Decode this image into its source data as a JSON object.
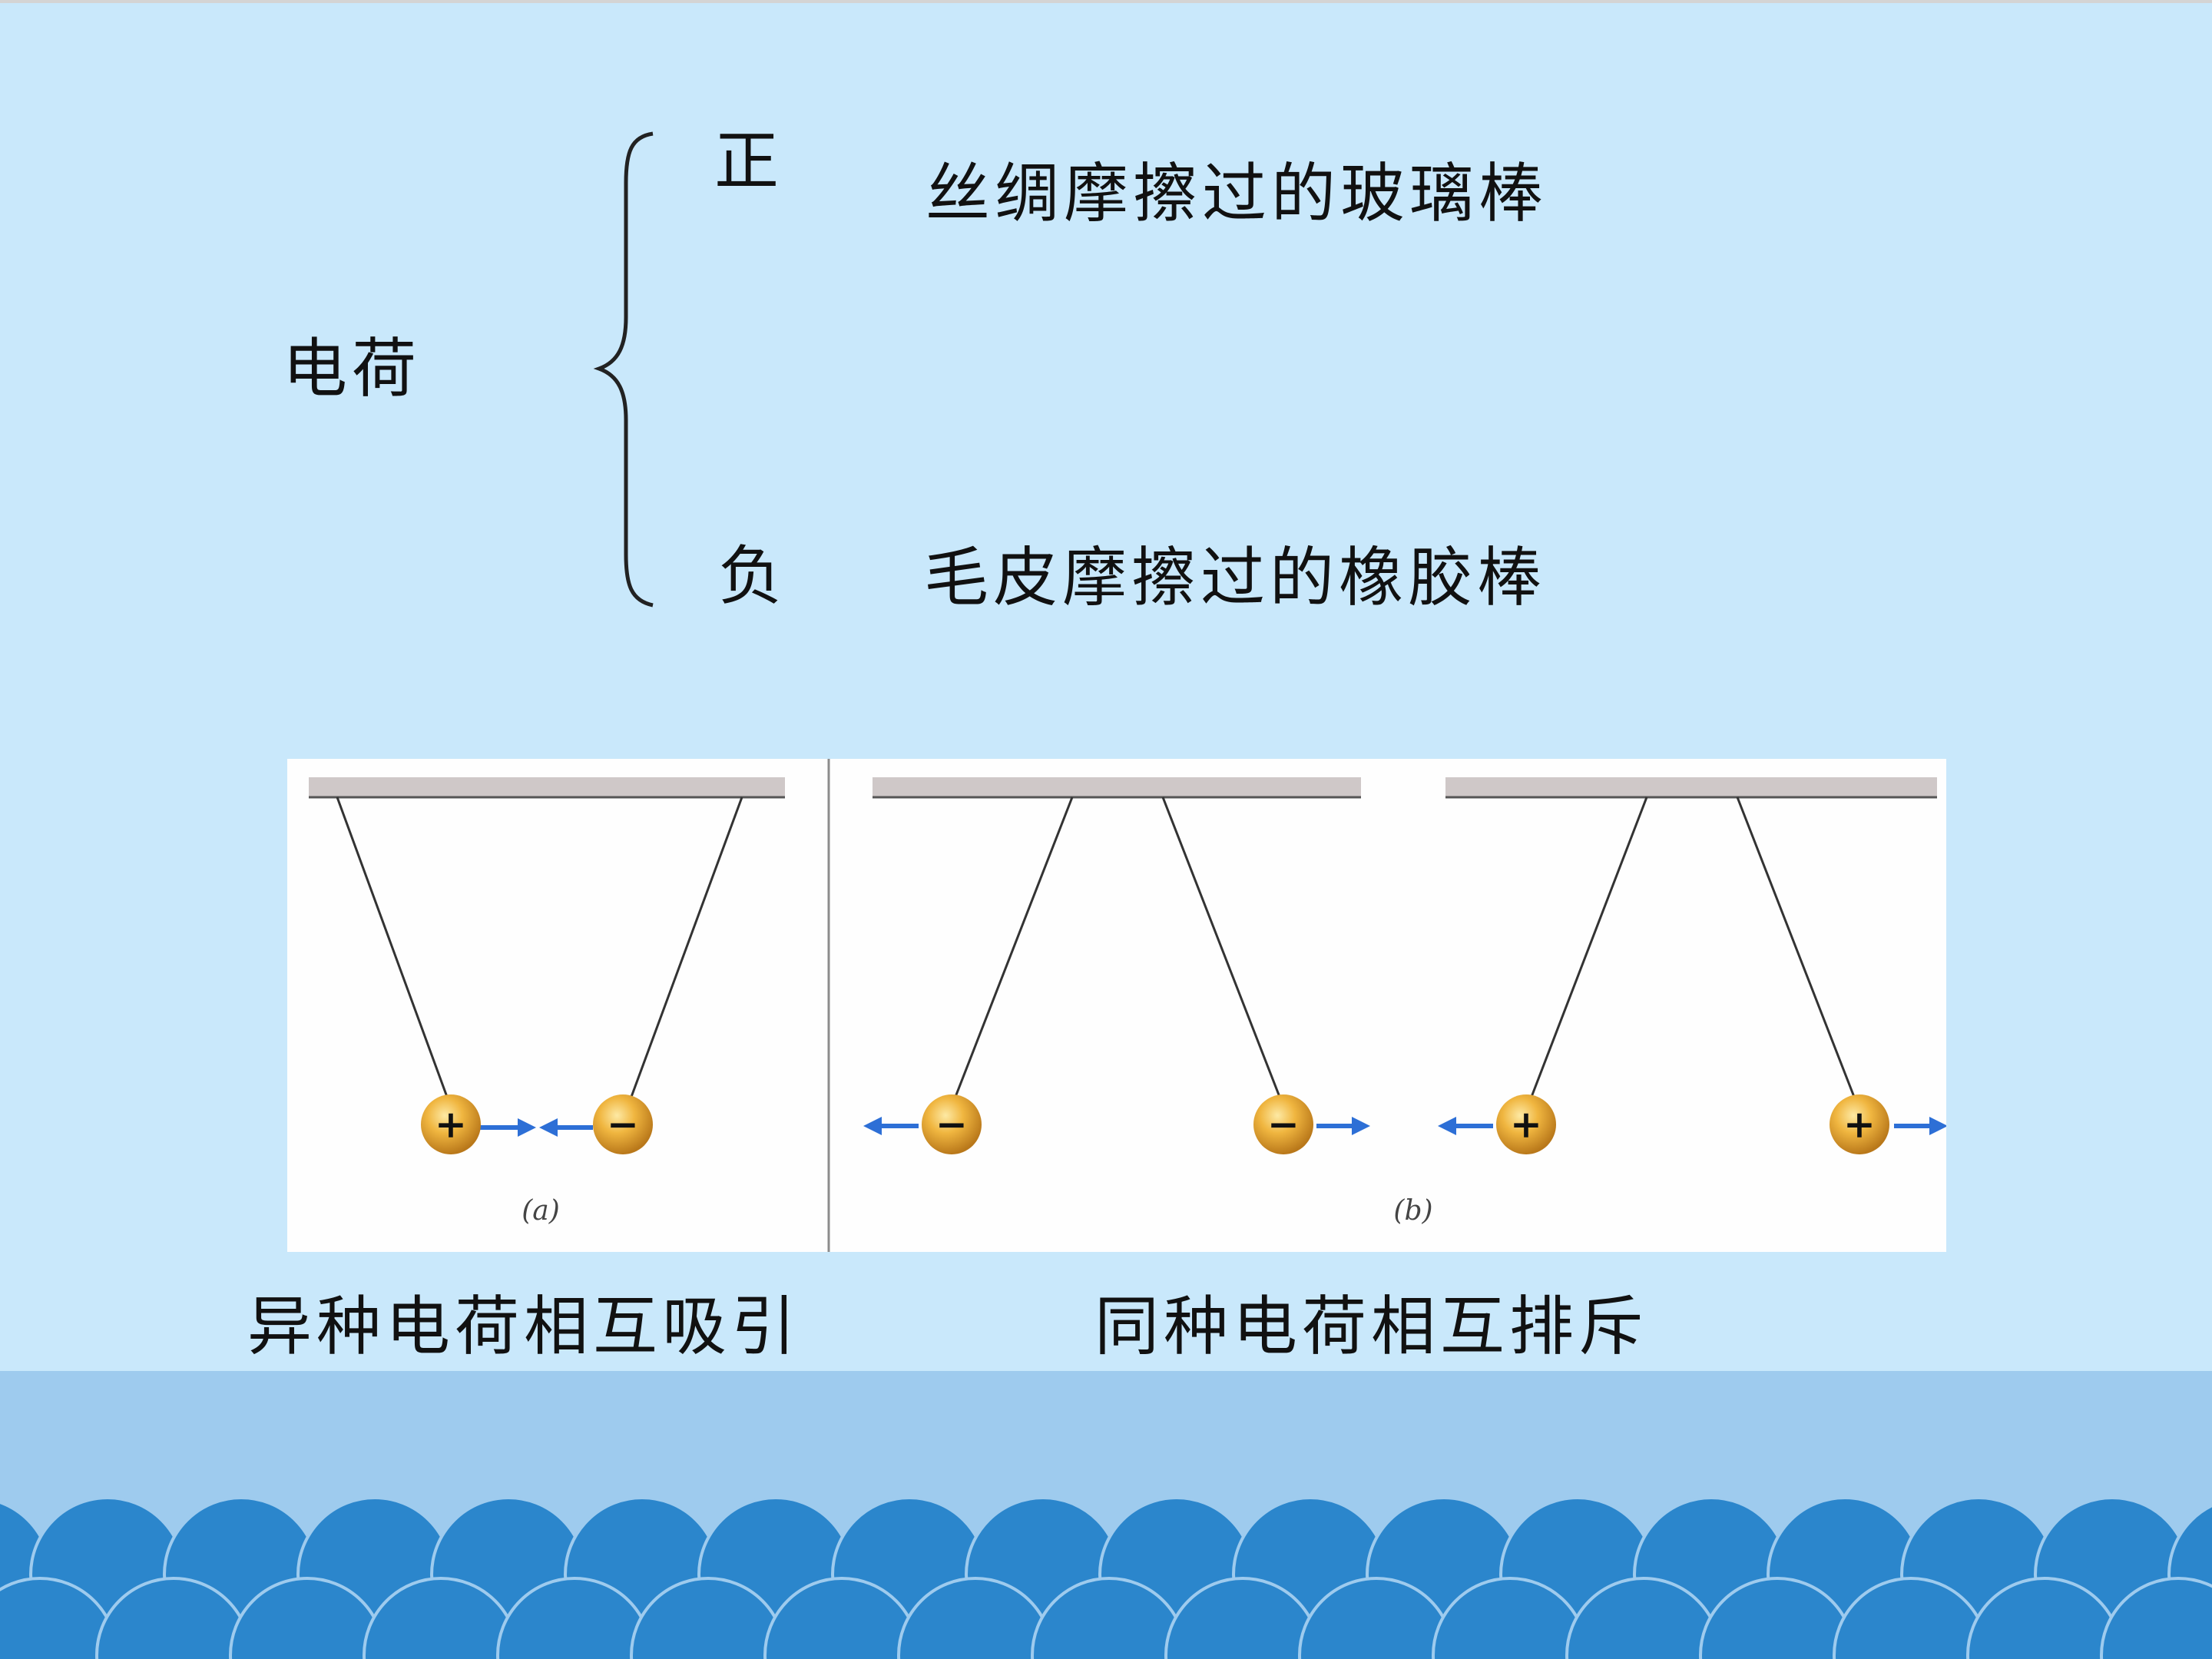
{
  "classification": {
    "root": "电荷",
    "positive": {
      "sign": "正",
      "source": "丝绸摩擦过的玻璃棒"
    },
    "negative": {
      "sign": "负",
      "source": "毛皮摩擦过的橡胶棒"
    }
  },
  "figure": {
    "panel_a_label": "(a)",
    "panel_b_label": "(b)",
    "pairs": [
      {
        "balls": [
          "+",
          "−"
        ]
      },
      {
        "balls": [
          "−",
          "−"
        ]
      },
      {
        "balls": [
          "+",
          "+"
        ]
      }
    ]
  },
  "captions": {
    "attract": "异种电荷相互吸引",
    "repel": "同种电荷相互排斥"
  },
  "colors": {
    "background": "#c9e8fb",
    "footer": "#9ecbee",
    "waves": "#2b86cc",
    "ball": "#e8a62a",
    "arrow": "#2d6fd6"
  }
}
